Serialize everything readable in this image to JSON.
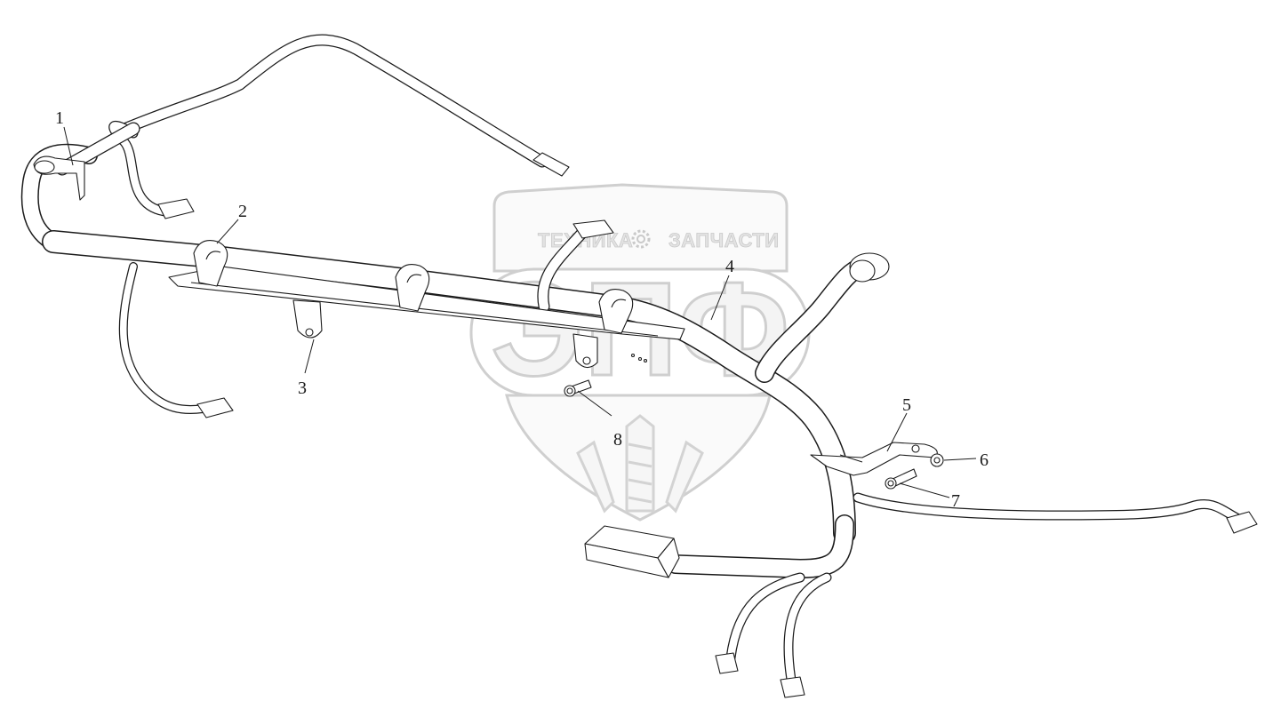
{
  "watermark": {
    "left_text": "ТЕХНИКА",
    "right_text": "ЗАПЧАСТИ",
    "logo_letters": "ЭПФ",
    "gear_icon": "gear-icon"
  },
  "callouts": [
    {
      "id": "1",
      "label": "1"
    },
    {
      "id": "2",
      "label": "2"
    },
    {
      "id": "3",
      "label": "3"
    },
    {
      "id": "4",
      "label": "4"
    },
    {
      "id": "5",
      "label": "5"
    },
    {
      "id": "6",
      "label": "6"
    },
    {
      "id": "7",
      "label": "7"
    },
    {
      "id": "8",
      "label": "8"
    }
  ]
}
